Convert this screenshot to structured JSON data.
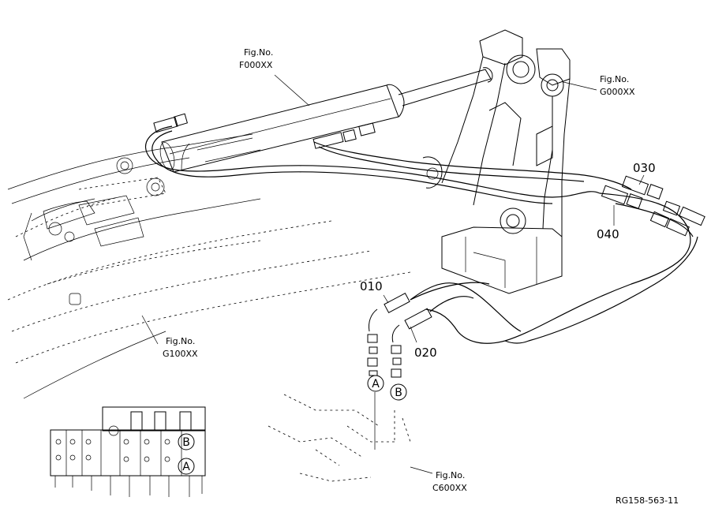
{
  "references": {
    "f000": {
      "line1": "Fig.No.",
      "line2": "F000XX"
    },
    "g000": {
      "line1": "Fig.No.",
      "line2": "G000XX"
    },
    "g100": {
      "line1": "Fig.No.",
      "line2": "G100XX"
    },
    "c600": {
      "line1": "Fig.No.",
      "line2": "C600XX"
    }
  },
  "parts": {
    "p010": "010",
    "p020": "020",
    "p030": "030",
    "p040": "040"
  },
  "ports": {
    "a": "A",
    "b": "B"
  },
  "drawing_code": "RG158-563-11"
}
